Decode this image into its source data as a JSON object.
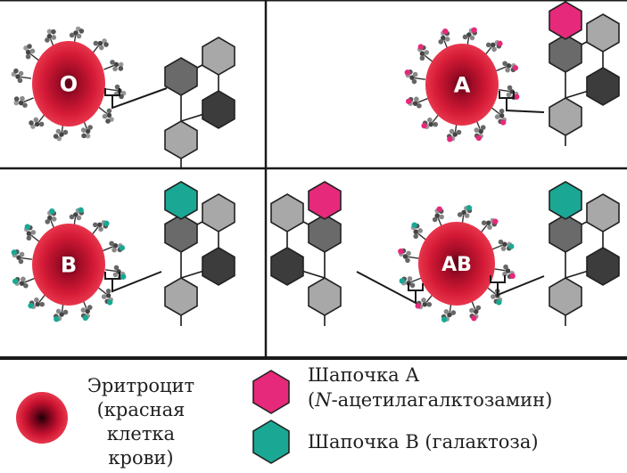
{
  "colors": {
    "cell_center": "#6a0418",
    "cell_mid": "#c81230",
    "cell_edge": "#e8364c",
    "hex_light": "#a8a8a8",
    "hex_mid": "#6a6a6a",
    "hex_dark": "#3c3c3c",
    "cap_a": "#e6297a",
    "cap_b": "#1aa894",
    "line": "#1a1a1a"
  },
  "panels": [
    {
      "id": "O",
      "cell_label": "O",
      "caps": []
    },
    {
      "id": "A",
      "cell_label": "A",
      "caps": [
        "A"
      ]
    },
    {
      "id": "B",
      "cell_label": "B",
      "caps": [
        "B"
      ]
    },
    {
      "id": "AB",
      "cell_label": "AB",
      "caps": [
        "A",
        "B"
      ]
    }
  ],
  "legend": {
    "cell_lines": [
      "Эритроцит",
      "(красная",
      "клетка",
      "крови)"
    ],
    "cap_a_title": "Шапочка А",
    "cap_a_desc_italic": "N",
    "cap_a_desc_rest": "-ацетилагалктозамин)",
    "cap_a_desc_open": "(",
    "cap_b_title": "Шапочка В (галактоза)"
  }
}
